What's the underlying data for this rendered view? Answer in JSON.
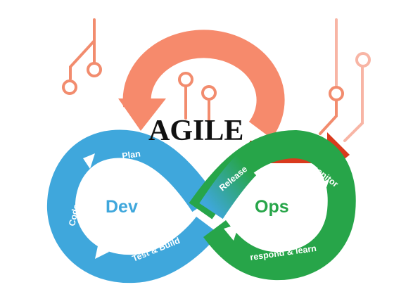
{
  "title": "AGILE",
  "dev": {
    "label": "Dev",
    "stages": [
      "Plan",
      "Code",
      "Test & Build"
    ]
  },
  "ops": {
    "label": "Ops",
    "stages": [
      "Release",
      "monitor",
      "respond & learn"
    ]
  },
  "colors": {
    "agile_loop": "#F68A6C",
    "circuit": "#F4A490",
    "dev": "#3FA7DC",
    "ops": "#27A549",
    "arrow_red": "#D93A1D",
    "text_dark": "#111111"
  }
}
